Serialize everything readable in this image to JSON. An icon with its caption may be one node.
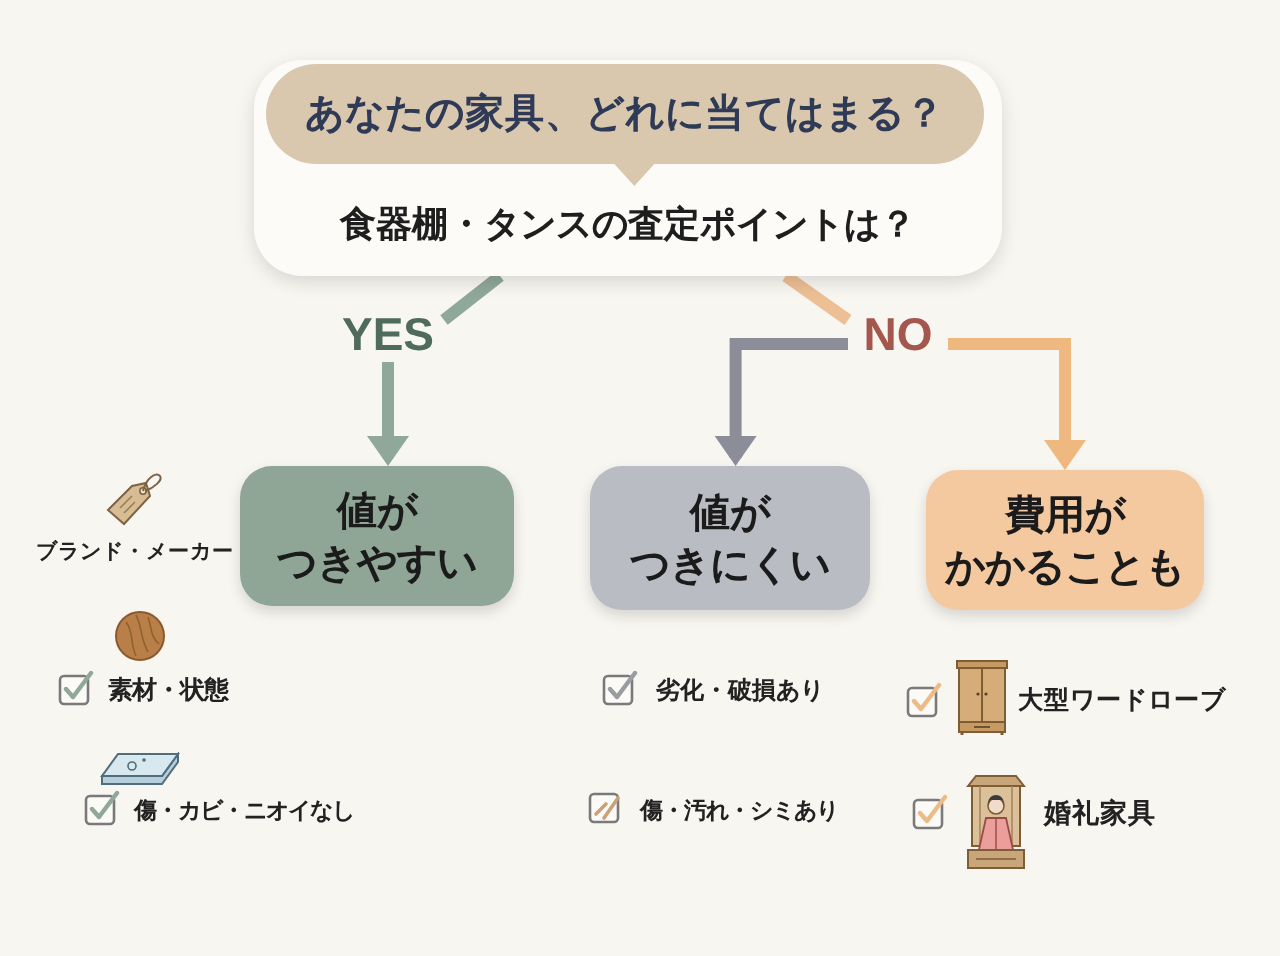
{
  "diagram": {
    "nodes": [
      {
        "text": [
          "食器棚・タンスの査定ポイントは？"
        ]
      },
      {
        "text": [
          "あなたの家具、どれに当てはまる？"
        ],
        "in": 0
      },
      {
        "text": [
          "YES"
        ]
      },
      {
        "text": [
          "NO"
        ]
      },
      {
        "text": [
          "値がつきやすい"
        ]
      },
      {
        "text": [
          "値がつきにくい"
        ]
      },
      {
        "text": [
          "費用がかかることも"
        ]
      }
    ],
    "edges": [
      {
        "from": 0,
        "to": 2,
        "arrow": "none",
        "color": "#8fa898"
      },
      {
        "from": 0,
        "to": 3,
        "arrow": "none",
        "color": "#ecbf94"
      },
      {
        "from": 2,
        "to": 4,
        "arrow": "to",
        "color": "#8fa898"
      },
      {
        "from": 3,
        "to": 5,
        "arrow": "to",
        "color": "#8b8e98"
      },
      {
        "from": 3,
        "to": 6,
        "arrow": "to",
        "color": "#efb87e"
      }
    ],
    "labels": [
      "ブランド・メーカー",
      "素材・状態",
      "傷・カビ・ニオイなし",
      "劣化・破損あり",
      "傷・汚れ・シミあり",
      "大型ワードローブ",
      "婚礼家具"
    ]
  }
}
